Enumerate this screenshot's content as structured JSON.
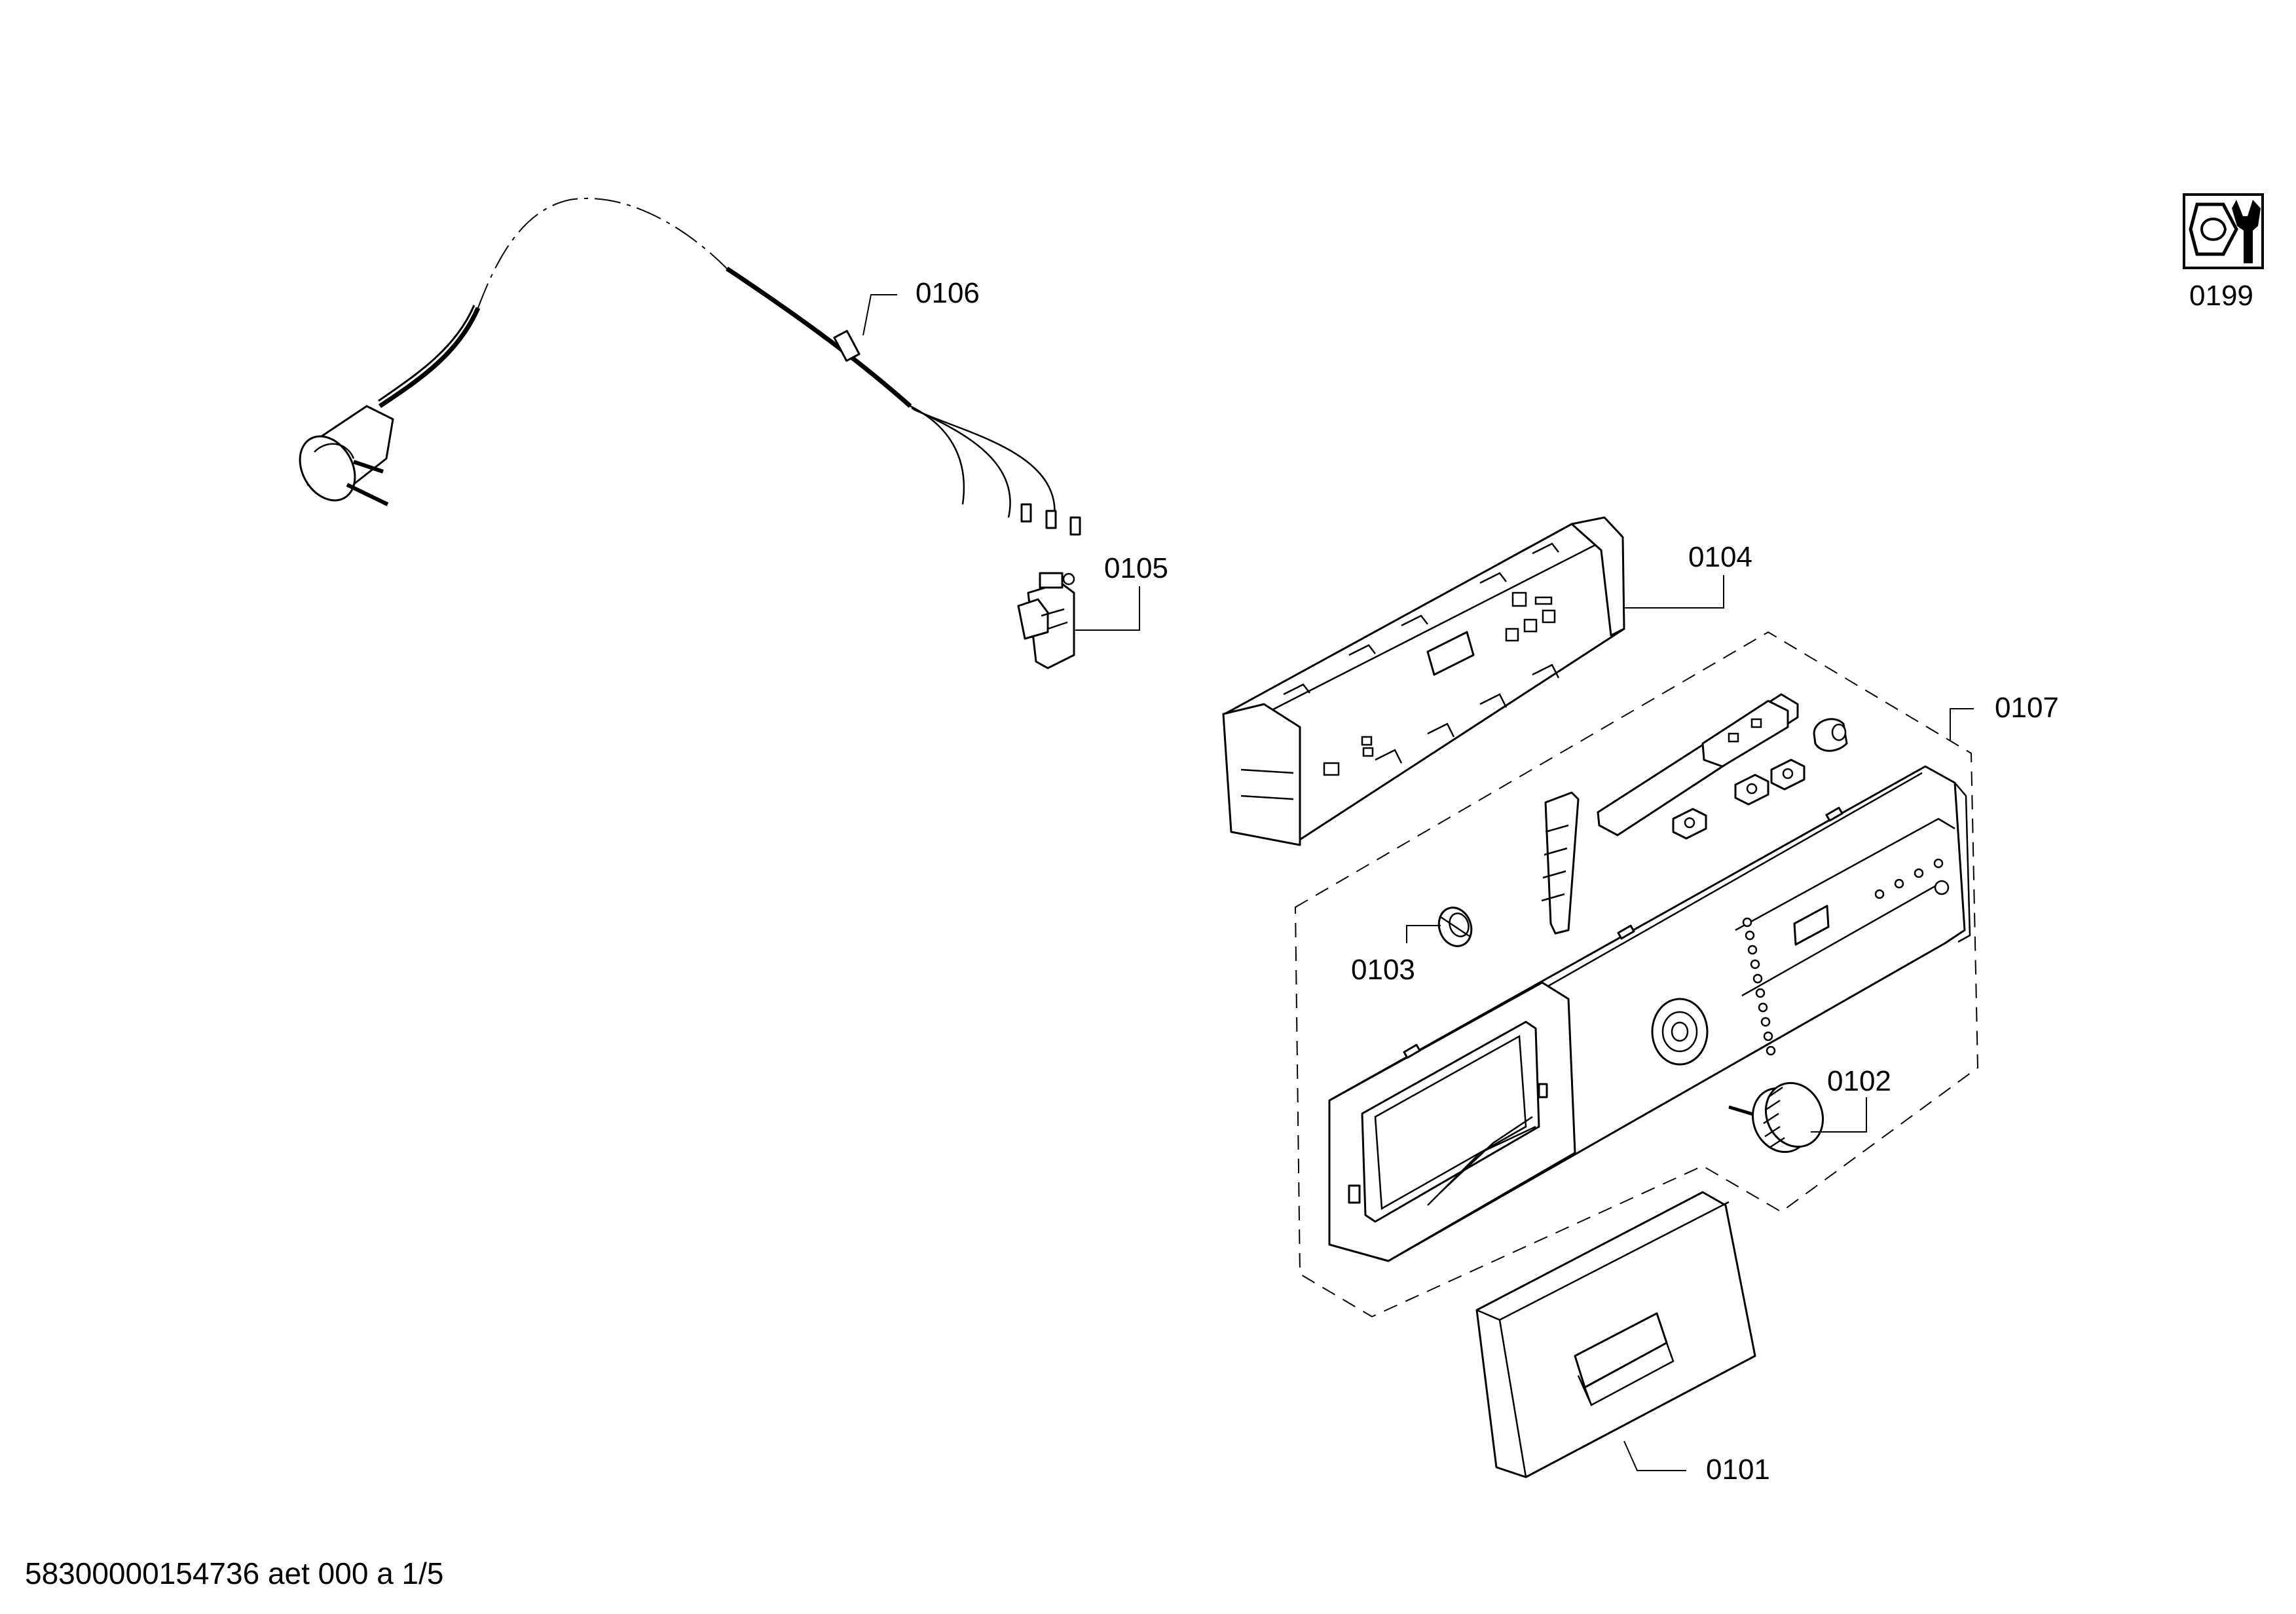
{
  "parts": {
    "p0101": "0101",
    "p0102": "0102",
    "p0103": "0103",
    "p0104": "0104",
    "p0105": "0105",
    "p0106": "0106",
    "p0107": "0107",
    "p0199": "0199"
  },
  "document_id": "58300000154736 aet 000 a 1/5",
  "icons": {
    "service_kit": "nut-and-wrench-icon"
  }
}
